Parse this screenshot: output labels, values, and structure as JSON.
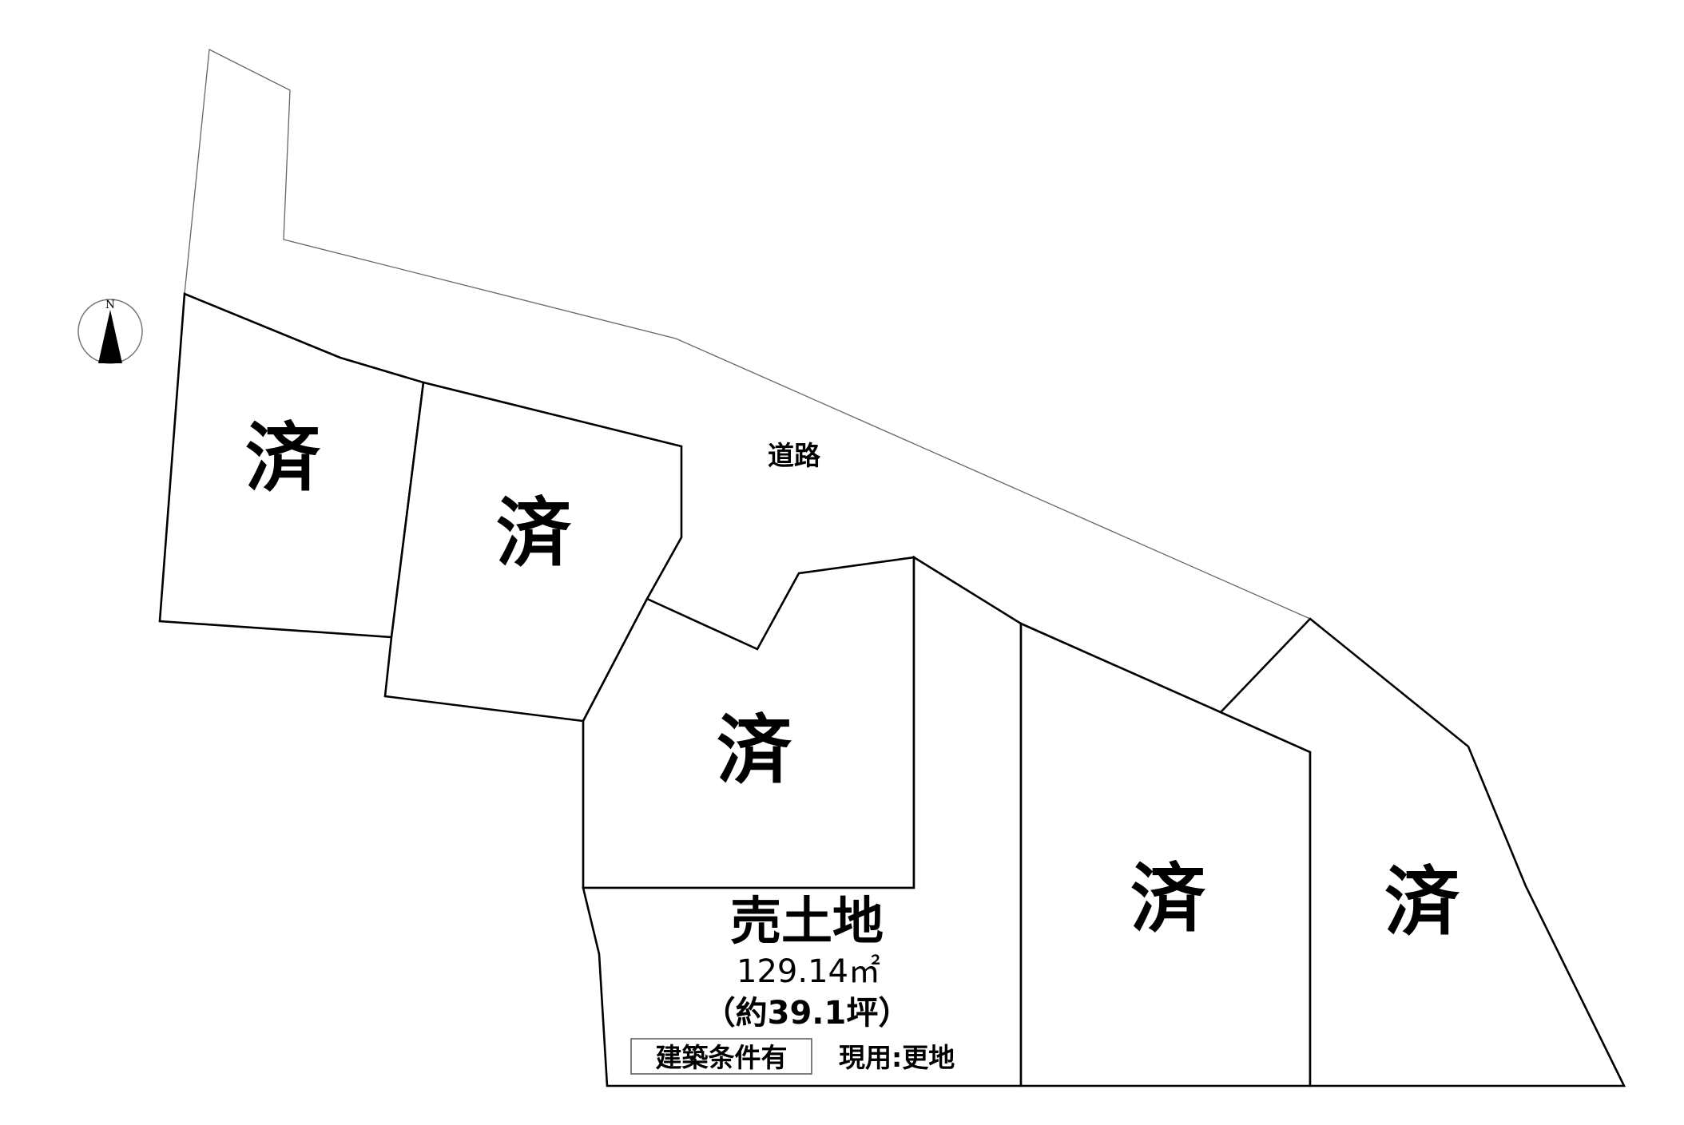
{
  "road": {
    "label": "道路"
  },
  "compass": {
    "letter": "N"
  },
  "lots": [
    {
      "id": "lot-1",
      "status": "sold",
      "mark": "済"
    },
    {
      "id": "lot-2",
      "status": "sold",
      "mark": "済"
    },
    {
      "id": "lot-3",
      "status": "sold",
      "mark": "済"
    },
    {
      "id": "lot-4",
      "status": "for-sale"
    },
    {
      "id": "lot-5",
      "status": "sold",
      "mark": "済"
    },
    {
      "id": "lot-6",
      "status": "sold",
      "mark": "済"
    }
  ],
  "for_sale": {
    "title": "売土地",
    "area_value": "129.14",
    "area_unit": "㎡",
    "tsubo": "（約39.1坪）",
    "condition": "建築条件有",
    "current_use": "現用:更地"
  }
}
